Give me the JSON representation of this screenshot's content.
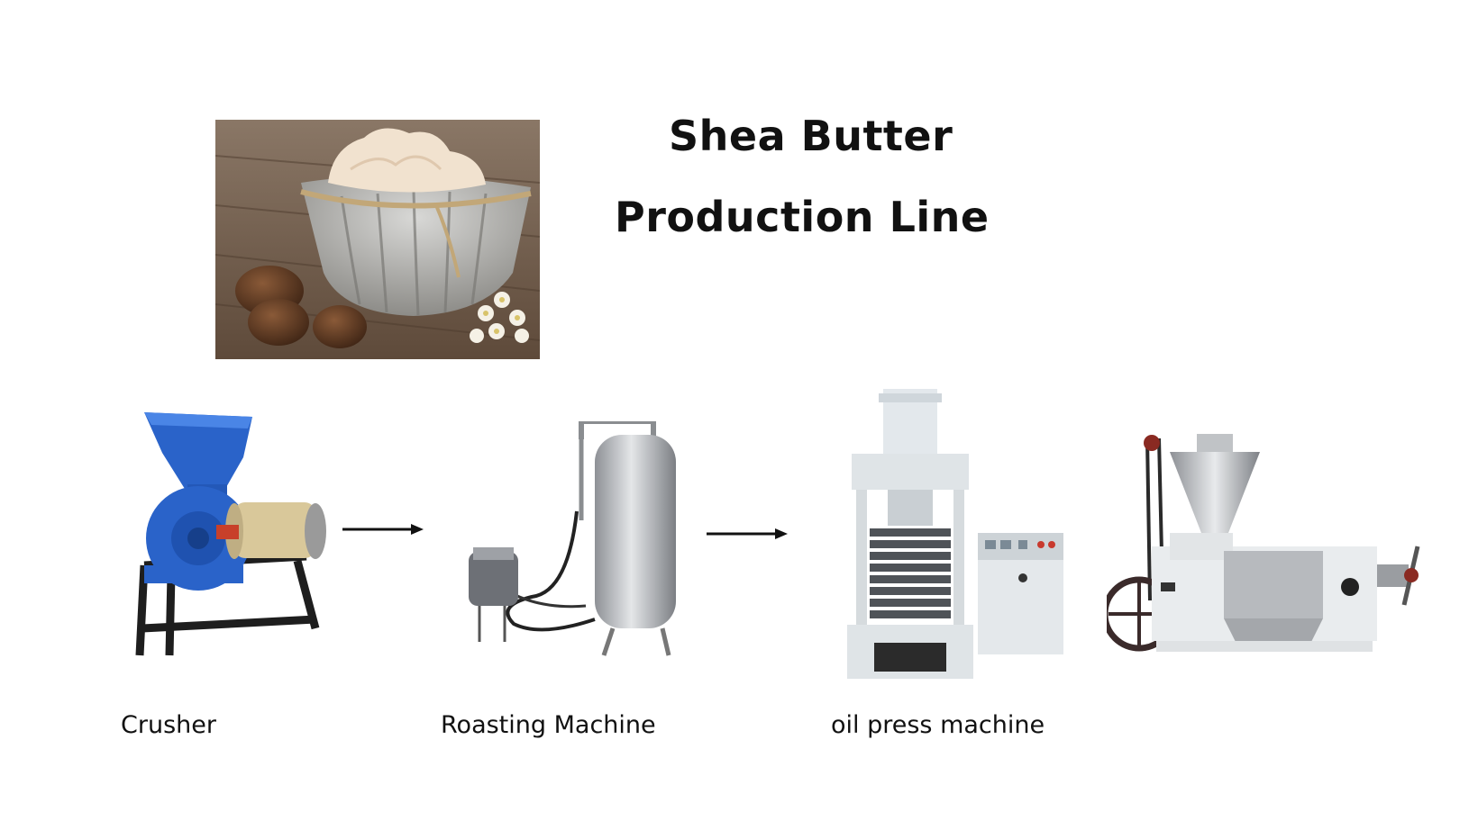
{
  "title": {
    "line1": "Shea Butter",
    "line2": "Production Line"
  },
  "steps": [
    {
      "label": "Crusher"
    },
    {
      "label": "Roasting Machine"
    },
    {
      "label": "oil press machine"
    }
  ],
  "colors": {
    "crusher_blue": "#2a63c9",
    "steel": "#b9bcbf",
    "press_white": "#dfe4e7",
    "wood": "#6e5a48",
    "butter": "#f1e2cf",
    "text": "#111111"
  },
  "icons": [
    "shea-butter-photo",
    "crusher-machine-image",
    "roasting-machine-image",
    "hydraulic-press-image",
    "screw-press-image",
    "arrow-right-icon"
  ]
}
